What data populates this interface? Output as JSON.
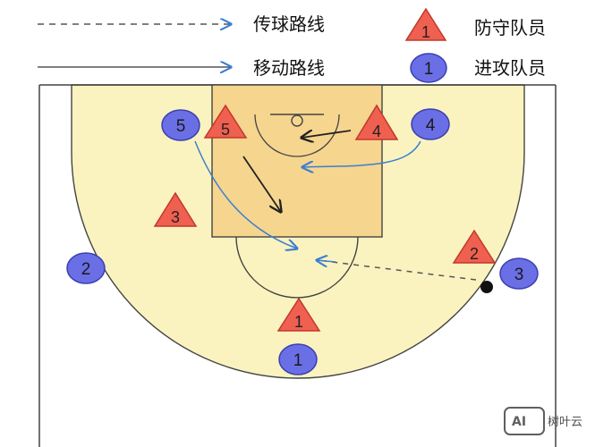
{
  "legend": {
    "pass_route": "传球路线",
    "move_route": "移动路线",
    "defender": "防守队员",
    "attacker": "进攻队员",
    "defender_symbol_number": "1",
    "attacker_symbol_number": "1"
  },
  "defenders": [
    {
      "number": "5"
    },
    {
      "number": "4"
    },
    {
      "number": "3"
    },
    {
      "number": "2"
    },
    {
      "number": "1"
    }
  ],
  "attackers": [
    {
      "number": "5"
    },
    {
      "number": "4"
    },
    {
      "number": "2"
    },
    {
      "number": "3"
    },
    {
      "number": "1"
    }
  ],
  "watermark": {
    "badge": "AI",
    "text": "树叶云"
  },
  "colors": {
    "court_fill": "#fbf3bf",
    "key_fill": "#f6d58f",
    "defender_fill": "#f06050",
    "attacker_fill": "#6a6fe6",
    "route_color": "#3b7fd1",
    "ball": "#111111"
  }
}
